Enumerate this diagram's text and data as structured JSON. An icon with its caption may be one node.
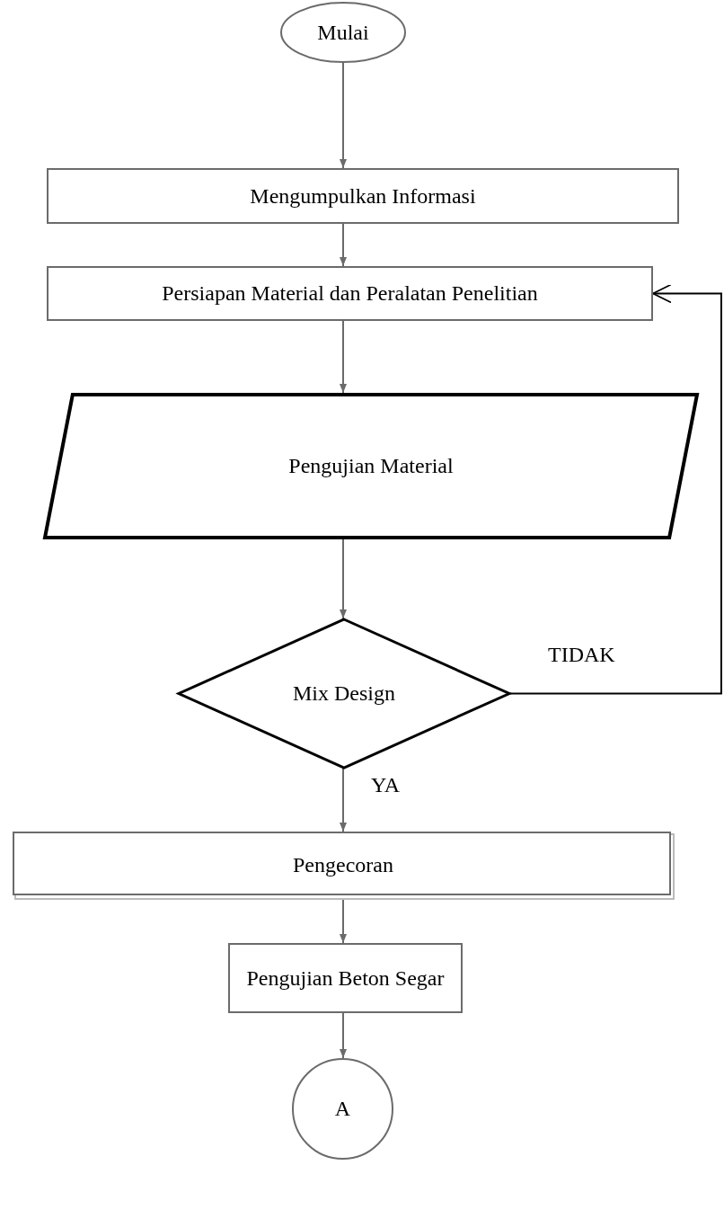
{
  "diagram": {
    "nodes": [
      {
        "text": [
          "Mulai"
        ]
      },
      {
        "text": [
          "Mengumpulkan Informasi"
        ]
      },
      {
        "text": [
          "Persiapan Material dan Peralatan Penelitian"
        ]
      },
      {
        "text": [
          "Pengujian Material"
        ]
      },
      {
        "text": [
          "Mix Design"
        ]
      },
      {
        "text": [
          "Pengecoran"
        ]
      },
      {
        "text": [
          "Pengujian Beton Segar"
        ]
      },
      {
        "text": [
          "A"
        ]
      }
    ],
    "edges": [
      {
        "from": 0,
        "to": 1,
        "arrow": "to"
      },
      {
        "from": 1,
        "to": 2,
        "arrow": "to"
      },
      {
        "from": 2,
        "to": 3,
        "arrow": "to"
      },
      {
        "from": 3,
        "to": 4,
        "arrow": "to"
      },
      {
        "from": 4,
        "to": 5,
        "arrow": "to",
        "label": "YA"
      },
      {
        "from": 5,
        "to": 6,
        "arrow": "to"
      },
      {
        "from": 6,
        "to": 7,
        "arrow": "to"
      },
      {
        "from": 4,
        "to": 2,
        "arrow": "to",
        "label": "TIDAK",
        "color": "#000000"
      }
    ]
  }
}
